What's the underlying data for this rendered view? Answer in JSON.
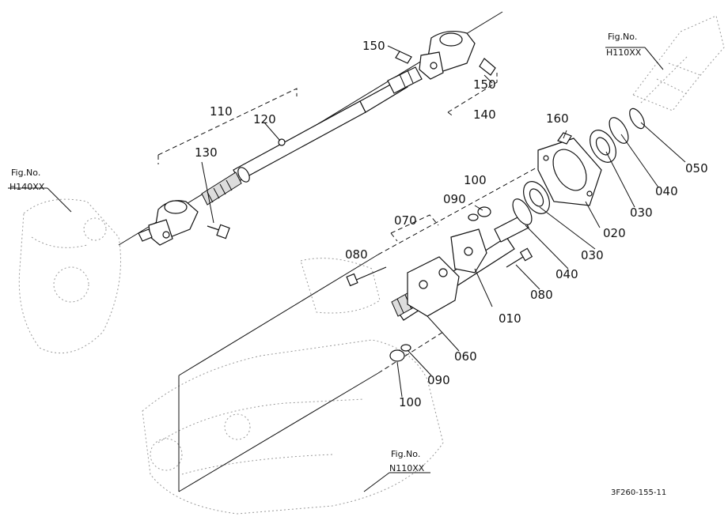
{
  "diagram": {
    "drawing_code": "3F260-155-11",
    "fig_refs": [
      {
        "id": "h110",
        "prefix": "Fig.No.",
        "code": "H110XX"
      },
      {
        "id": "h140",
        "prefix": "Fig.No.",
        "code": "H140XX"
      },
      {
        "id": "n110",
        "prefix": "Fig.No.",
        "code": "N110XX"
      }
    ],
    "part_labels": {
      "p150a": "150",
      "p150b": "150",
      "p140": "140",
      "p110": "110",
      "p120": "120",
      "p130": "130",
      "p160": "160",
      "p050": "050",
      "p040a": "040",
      "p030a": "030",
      "p020": "020",
      "p100a": "100",
      "p090a": "090",
      "p070": "070",
      "p080a": "080",
      "p030b": "030",
      "p040b": "040",
      "p080b": "080",
      "p010": "010",
      "p060": "060",
      "p090b": "090",
      "p100b": "100"
    }
  }
}
